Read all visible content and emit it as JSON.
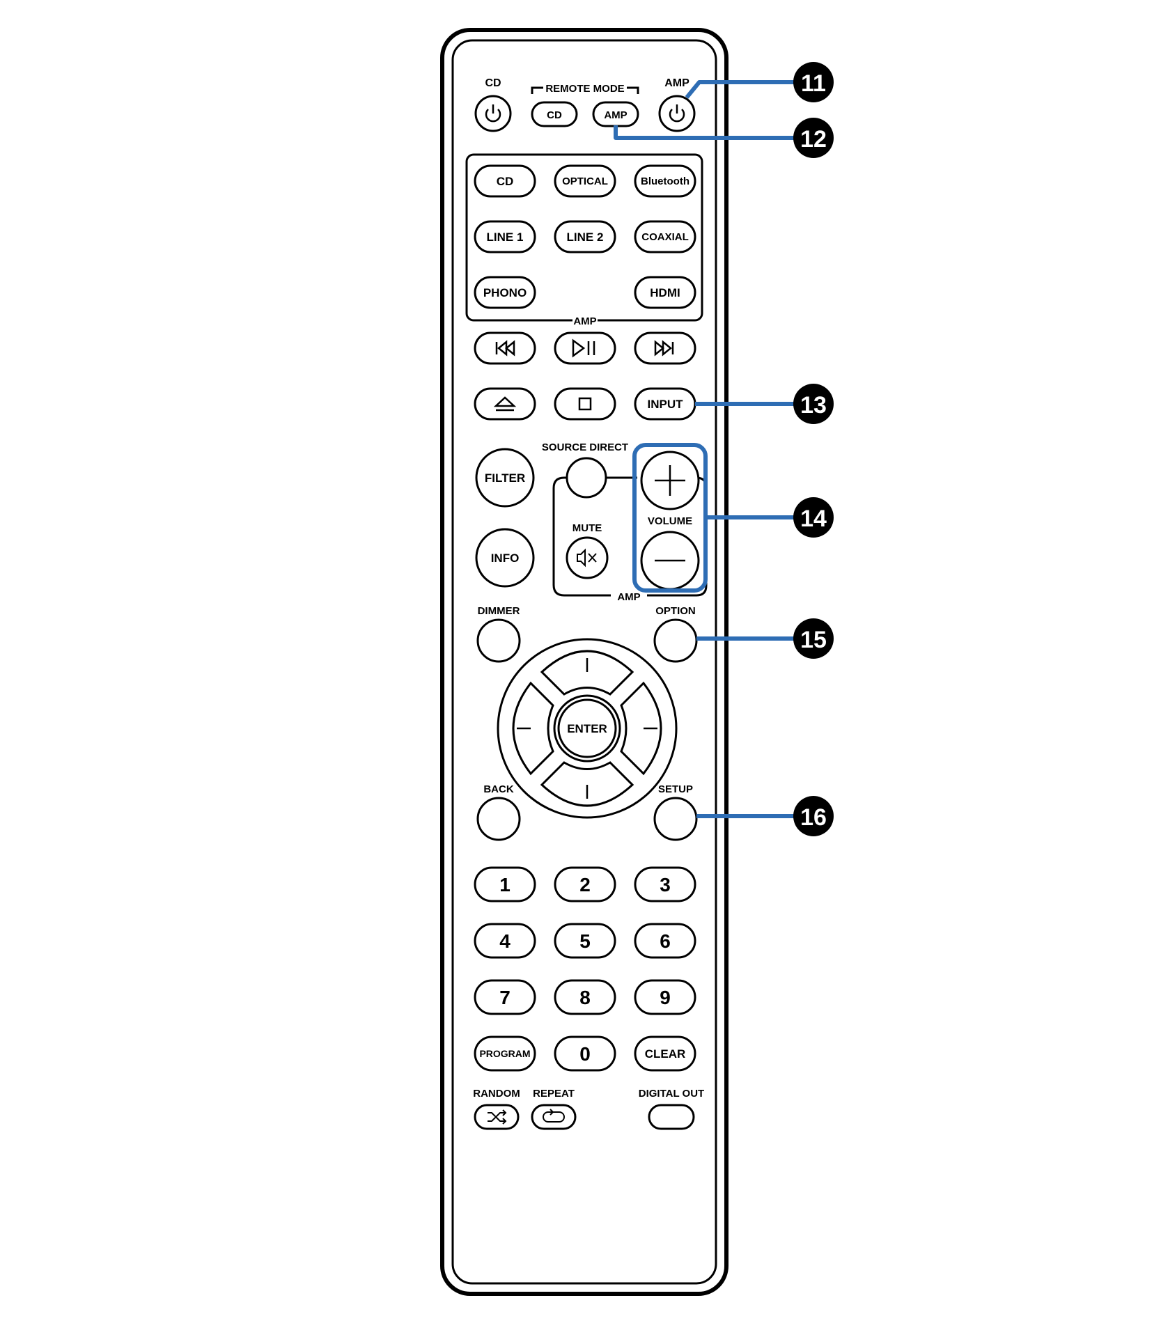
{
  "remote": {
    "top_labels": {
      "cd_power": "CD",
      "remote_mode": "REMOTE MODE",
      "amp_power": "AMP"
    },
    "remote_mode_buttons": [
      "CD",
      "AMP"
    ],
    "input_buttons": [
      "CD",
      "OPTICAL",
      "Bluetooth",
      "LINE 1",
      "LINE 2",
      "COAXIAL",
      "PHONO",
      "HDMI"
    ],
    "section_label_amp": "AMP",
    "input_label": "INPUT",
    "source_direct_label": "SOURCE DIRECT",
    "filter_label": "FILTER",
    "info_label": "INFO",
    "mute_label": "MUTE",
    "volume_label": "VOLUME",
    "amp_group_label": "AMP",
    "dimmer_label": "DIMMER",
    "option_label": "OPTION",
    "enter_label": "ENTER",
    "back_label": "BACK",
    "setup_label": "SETUP",
    "numeric_buttons": [
      "1",
      "2",
      "3",
      "4",
      "5",
      "6",
      "7",
      "8",
      "9",
      "PROGRAM",
      "0",
      "CLEAR"
    ],
    "random_label": "RANDOM",
    "repeat_label": "REPEAT",
    "digital_out_label": "DIGITAL OUT"
  },
  "callouts": [
    "11",
    "12",
    "13",
    "14",
    "15",
    "16"
  ],
  "colors": {
    "callout_line": "#2e6db4",
    "callout_circle": "#000000",
    "outline": "#000000"
  },
  "icons": {
    "power": "power-icon",
    "prev": "skip-back-icon",
    "play_pause": "play-pause-icon",
    "next": "skip-forward-icon",
    "eject": "eject-icon",
    "stop": "stop-icon",
    "mute": "mute-icon",
    "shuffle": "shuffle-icon",
    "repeat": "repeat-icon"
  }
}
